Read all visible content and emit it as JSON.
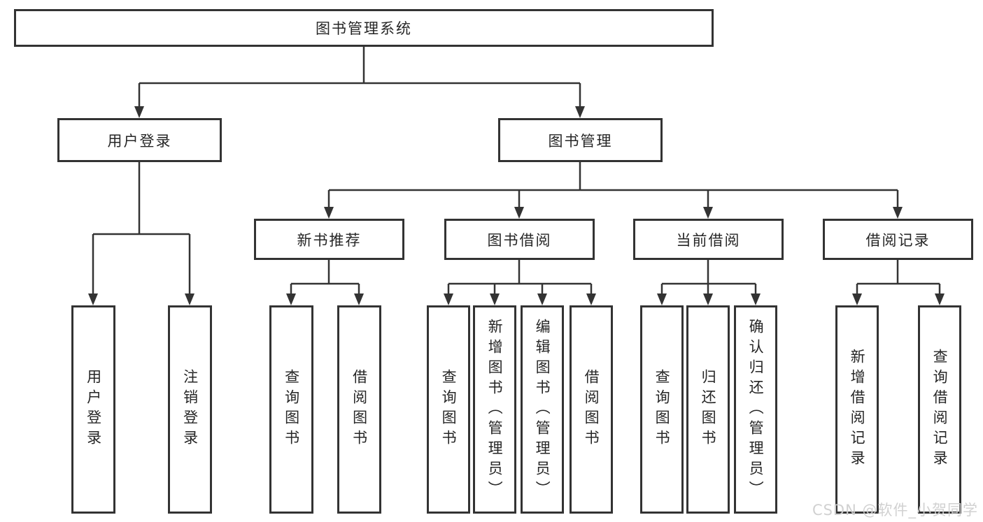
{
  "tree": {
    "root": {
      "label": "图书管理系统"
    },
    "children": [
      {
        "label": "用户登录",
        "children": [
          {
            "label": "用户登录"
          },
          {
            "label": "注销登录"
          }
        ]
      },
      {
        "label": "图书管理",
        "children": [
          {
            "label": "新书推荐",
            "children": [
              {
                "label": "查询图书"
              },
              {
                "label": "借阅图书"
              }
            ]
          },
          {
            "label": "图书借阅",
            "children": [
              {
                "label": "查询图书"
              },
              {
                "label": "新增图书（管理员）"
              },
              {
                "label": "编辑图书（管理员）"
              },
              {
                "label": "借阅图书"
              }
            ]
          },
          {
            "label": "当前借阅",
            "children": [
              {
                "label": "查询图书"
              },
              {
                "label": "归还图书"
              },
              {
                "label": "确认归还（管理员）"
              }
            ]
          },
          {
            "label": "借阅记录",
            "children": [
              {
                "label": "新增借阅记录"
              },
              {
                "label": "查询借阅记录"
              }
            ]
          }
        ]
      }
    ]
  },
  "watermark": {
    "text": "CSDN @软件_小贺同学"
  },
  "colors": {
    "box_border": "#333333",
    "connector": "#333333",
    "text": "#262626",
    "watermark": "#cfcfcf",
    "background": "#ffffff"
  }
}
